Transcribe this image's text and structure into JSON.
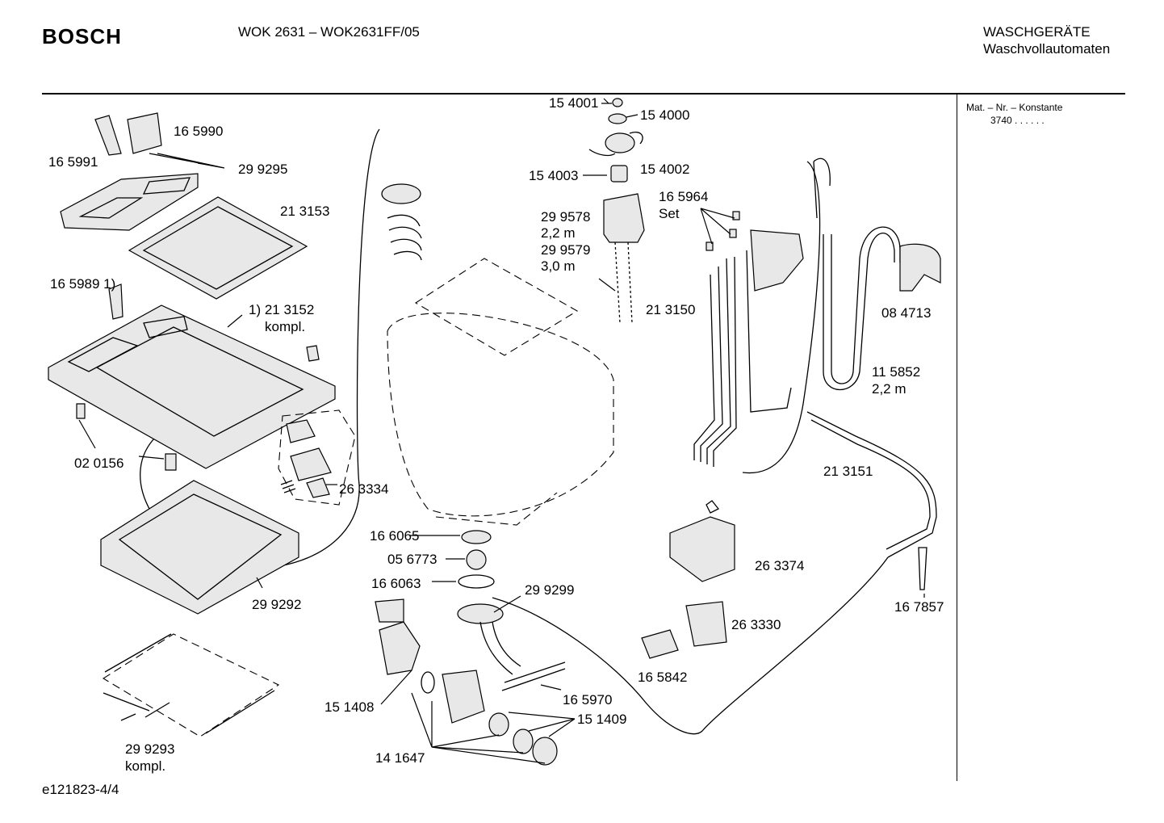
{
  "header": {
    "brand": "BOSCH",
    "model": "WOK 2631 – WOK2631FF/05",
    "category": "WASCHGERÄTE",
    "subcategory": "Waschvollautomaten"
  },
  "side_panel": {
    "title": "Mat. – Nr. – Konstante",
    "value": "3740 . . . . . ."
  },
  "footer": {
    "code": "e121823-4/4"
  },
  "labels": [
    "16 5990",
    "16 5991",
    "29 9295",
    "21 3153",
    "16 5989 1)",
    "1) 21 3152",
    "kompl.",
    "02 0156",
    "26 3334",
    "29 9292",
    "29 9293",
    "kompl.",
    "15 4001",
    "15 4000",
    "15 4003",
    "15 4002",
    "29 9578",
    "2,2 m",
    "29 9579",
    "3,0 m",
    "16 5964",
    "Set",
    "21 3150",
    "08 4713",
    "11 5852",
    "2,2 m",
    "21 3151",
    "26 3374",
    "16 7857",
    "26 3330",
    "16 5842",
    "16 6065",
    "05 6773",
    "16 6063",
    "29 9299",
    "16 5970",
    "15 1408",
    "15 1409",
    "14 1647"
  ]
}
